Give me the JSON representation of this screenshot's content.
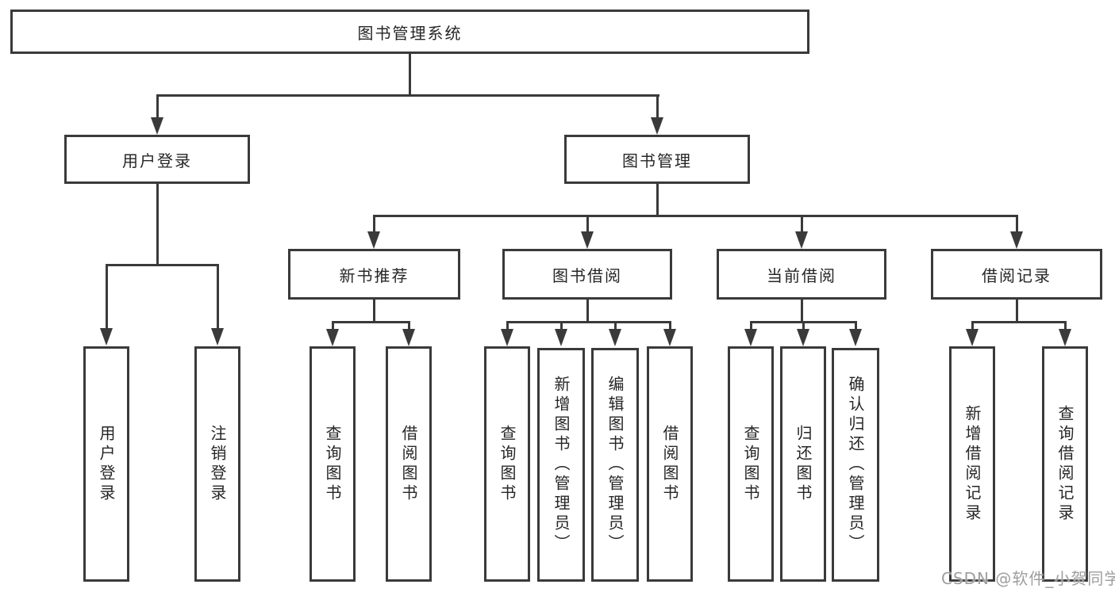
{
  "nodes": {
    "root": "图书管理系统",
    "user_login": "用户登录",
    "book_management": "图书管理",
    "new_book_recommend": "新书推荐",
    "book_borrow": "图书借阅",
    "current_borrow": "当前借阅",
    "borrow_records": "借阅记录",
    "ul_login": "用户登录",
    "ul_logout": "注销登录",
    "nb_query": "查询图书",
    "nb_borrow": "借阅图书",
    "bb_query": "查询图书",
    "bb_add": "新增图书（管理员）",
    "bb_edit": "编辑图书（管理员）",
    "bb_borrow": "借阅图书",
    "cb_query": "查询图书",
    "cb_return": "归还图书",
    "cb_confirm": "确认归还（管理员）",
    "br_add": "新增借阅记录",
    "br_query": "查询借阅记录"
  },
  "hierarchy": {
    "图书管理系统": [
      "用户登录",
      "图书管理"
    ],
    "用户登录": [
      "用户登录",
      "注销登录"
    ],
    "图书管理": [
      "新书推荐",
      "图书借阅",
      "当前借阅",
      "借阅记录"
    ],
    "新书推荐": [
      "查询图书",
      "借阅图书"
    ],
    "图书借阅": [
      "查询图书",
      "新增图书（管理员）",
      "编辑图书（管理员）",
      "借阅图书"
    ],
    "当前借阅": [
      "查询图书",
      "归还图书",
      "确认归还（管理员）"
    ],
    "借阅记录": [
      "新增借阅记录",
      "查询借阅记录"
    ]
  },
  "watermark": "CSDN @软件_小贺同学",
  "colors": {
    "line": "#3a3a3a",
    "text": "#262626",
    "background": "#ffffff",
    "watermark": "#9e9e9e"
  }
}
